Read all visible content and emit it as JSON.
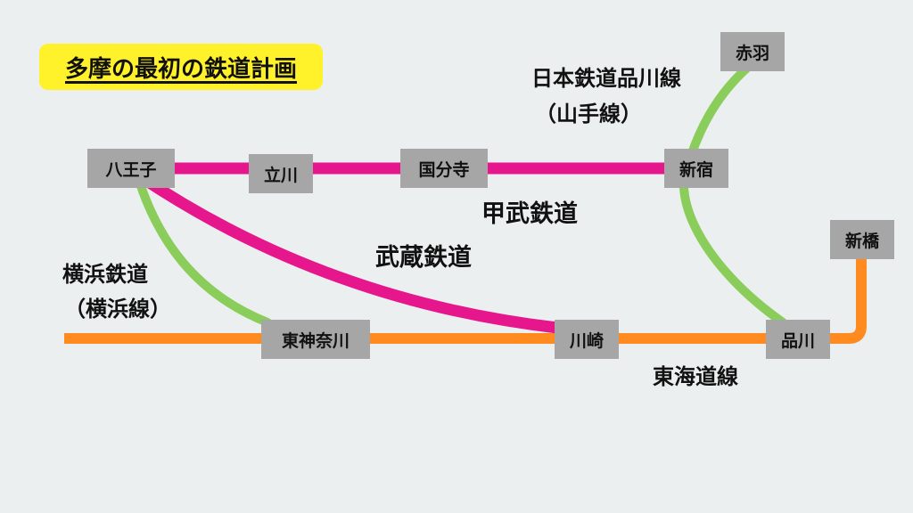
{
  "title": "多摩の最初の鉄道計画",
  "colors": {
    "background": "#ECEFF0",
    "title_highlight": "#FFF22B",
    "station_box": "#A6A6A6",
    "line_koubu": "#E6168C",
    "line_musashi": "#E6168C",
    "line_shinagawa": "#8ACD5A",
    "line_yokohama": "#FF8A1F",
    "line_tokaido": "#FF8A1F"
  },
  "stations": {
    "hachioji": "八王子",
    "tachikawa": "立川",
    "kokubunji": "国分寺",
    "shinjuku": "新宿",
    "akabane": "赤羽",
    "shinbashi": "新橋",
    "higashikanagawa": "東神奈川",
    "kawasaki": "川崎",
    "shinagawa": "品川"
  },
  "lines": {
    "nippon_shinagawa": {
      "name": "日本鉄道品川線",
      "note": "（山手線）"
    },
    "koubu": {
      "name": "甲武鉄道"
    },
    "musashi": {
      "name": "武蔵鉄道"
    },
    "yokohama": {
      "name": "横浜鉄道",
      "note": "（横浜線）"
    },
    "tokaido": {
      "name": "東海道線"
    }
  }
}
